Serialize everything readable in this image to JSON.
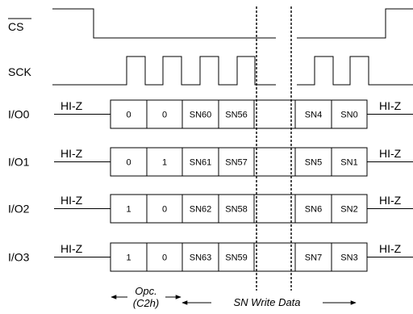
{
  "signals": {
    "cs": "CS",
    "sck": "SCK",
    "io": [
      {
        "name": "I/O0",
        "cells": [
          "0",
          "0",
          "SN60",
          "SN56",
          "SN4",
          "SN0"
        ]
      },
      {
        "name": "I/O1",
        "cells": [
          "0",
          "1",
          "SN61",
          "SN57",
          "SN5",
          "SN1"
        ]
      },
      {
        "name": "I/O2",
        "cells": [
          "1",
          "0",
          "SN62",
          "SN58",
          "SN6",
          "SN2"
        ]
      },
      {
        "name": "I/O3",
        "cells": [
          "1",
          "0",
          "SN63",
          "SN59",
          "SN7",
          "SN3"
        ]
      }
    ]
  },
  "hiz_label": "HI-Z",
  "annotations": {
    "opcode_line1": "Opc.",
    "opcode_line2": "(C2h)",
    "write_data": "SN Write Data"
  }
}
